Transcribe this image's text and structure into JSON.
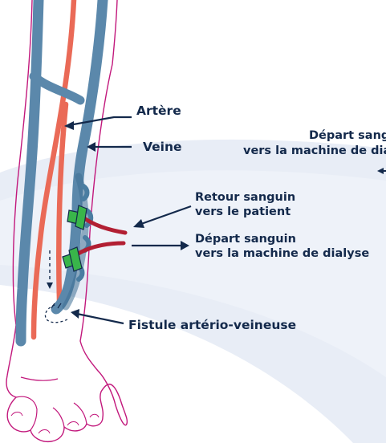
{
  "colors": {
    "navy": "#13294b",
    "vein": "#5b88ab",
    "vein_dark": "#3e6f94",
    "artery": "#ea6a57",
    "skin_outline": "#c2187c",
    "background_swoosh": "#e8edf6",
    "tube": "#b21f33",
    "needle_clamp": "#39b54a"
  },
  "labels": {
    "artery": "Artère",
    "vein": "Veine",
    "return_line1": "Retour sanguin",
    "return_line2": "vers le patient",
    "departure_line1": "Départ sanguin",
    "departure_line2": "vers la machine de dialyse",
    "fistula": "Fistule artério-veineuse",
    "ghost_line1": "Départ sanguin",
    "ghost_line2": "vers la machine de dialyse"
  }
}
